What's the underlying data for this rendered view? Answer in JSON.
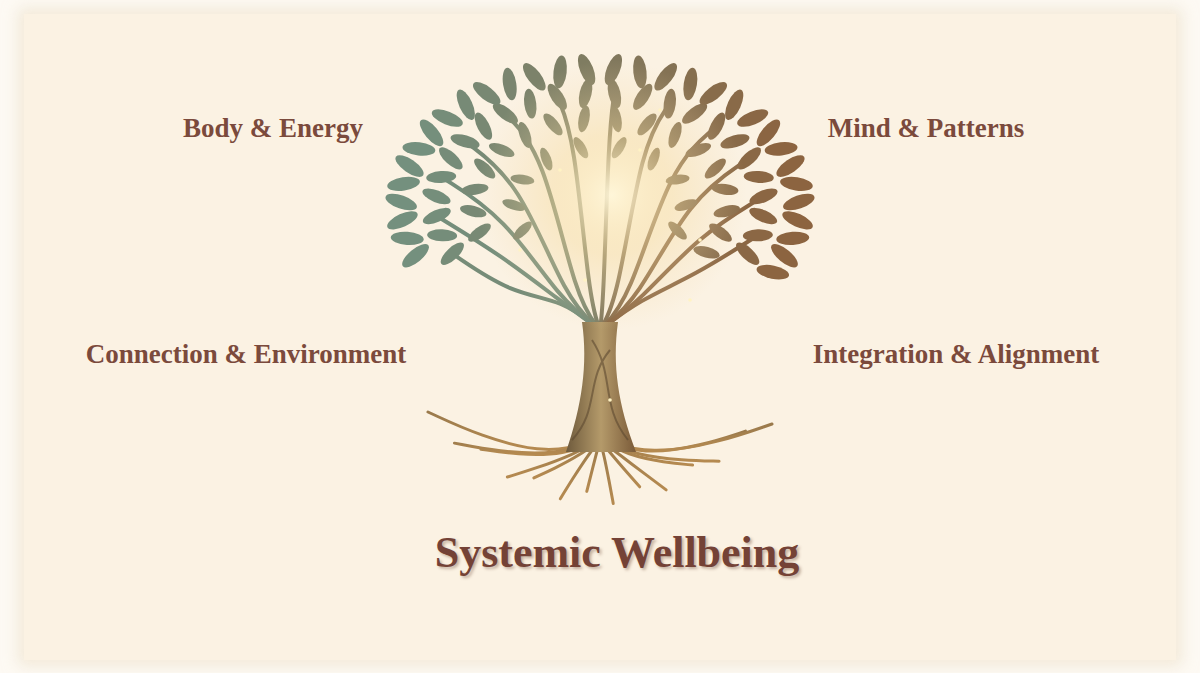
{
  "diagram": {
    "title": "Systemic Wellbeing",
    "labels": [
      "Body & Energy",
      "Mind & Patterns",
      "Connection & Environment",
      "Integration & Alignment"
    ]
  }
}
